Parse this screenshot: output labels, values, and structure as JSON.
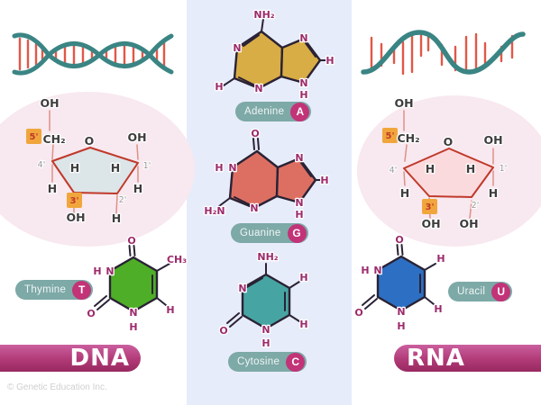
{
  "copyright": "© Genetic Education Inc.",
  "left": {
    "badge": "DNA",
    "pill": {
      "name": "Thymine",
      "letter": "T"
    },
    "sugar": {
      "oh_top": "OH",
      "prime5": "5'",
      "ch2": "CH₂",
      "ring_o": "O",
      "oh_right": "OH",
      "prime4": "4'",
      "prime1": "1'",
      "inner_h_left": "H",
      "inner_h_right": "H",
      "h_below_left": "H",
      "h_below_right": "H",
      "prime3": "3'",
      "prime2": "2'",
      "group3": "OH",
      "group2": "H"
    },
    "thymine": {
      "o_top": "O",
      "ch3": "CH₃",
      "h_left": "H",
      "n_left": "N",
      "o_bottom": "O",
      "n_bottom": "N",
      "h_below": "H",
      "h_right": "H"
    }
  },
  "middle": {
    "adenine": {
      "pill": {
        "name": "Adenine",
        "letter": "A"
      },
      "atoms": {
        "nh2": "NH₂",
        "n_left": "N",
        "h_left": "H",
        "n_bottom": "N",
        "n_top_right": "N",
        "h_right": "H",
        "n_bottom_right": "N",
        "h_below": "H"
      }
    },
    "guanine": {
      "pill": {
        "name": "Guanine",
        "letter": "G"
      },
      "atoms": {
        "o_top": "O",
        "h_left": "H",
        "n_left": "N",
        "h2n": "H₂N",
        "n_bottom": "N",
        "n_top_right": "N",
        "h_right": "H",
        "n_bottom_right": "N",
        "h_below": "H"
      }
    },
    "cytosine": {
      "pill": {
        "name": "Cytosine",
        "letter": "C"
      },
      "atoms": {
        "nh2": "NH₂",
        "n_left": "N",
        "h_top_right": "H",
        "o_bottom": "O",
        "n_bottom": "N",
        "h_below": "H",
        "h_bottom_right": "H"
      }
    }
  },
  "right": {
    "badge": "RNA",
    "pill": {
      "name": "Uracil",
      "letter": "U"
    },
    "sugar": {
      "oh_top": "OH",
      "prime5": "5'",
      "ch2": "CH₂",
      "ring_o": "O",
      "oh_right": "OH",
      "prime4": "4'",
      "prime1": "1'",
      "inner_h_left": "H",
      "inner_h_right": "H",
      "h_below_left": "H",
      "h_below_right": "H",
      "prime3": "3'",
      "prime2": "2'",
      "group3": "OH",
      "group2": "OH"
    },
    "uracil": {
      "o_top": "O",
      "h_top_right": "H",
      "h_left": "H",
      "n_left": "N",
      "o_bottom": "O",
      "n_bottom": "N",
      "h_below": "H",
      "h_right": "H"
    }
  },
  "colors": {
    "helix_teal": "#3a8584",
    "base_red": "#e25747",
    "band_bg": "#e7ecfa",
    "ellipse_bg": "#f8e8ef",
    "pentagon_stroke": "#c0392b",
    "deoxyribose_fill": "#dce5e8",
    "ribose_fill": "#fadadd",
    "prime_badge_bg": "#f0a63c",
    "prime_badge_text": "#c0392b",
    "adenine_fill": "#d9ad45",
    "guanine_fill": "#dd6f62",
    "cytosine_fill": "#46a5a3",
    "thymine_fill": "#4fae27",
    "uracil_fill": "#2d6fc2",
    "ring_stroke": "#2a2235",
    "atom_label": "#9c2a6b",
    "pill_bg": "#7da9a7",
    "pill_letter_bg": "#c23377",
    "badge_top": "#cb5f9e",
    "badge_mid": "#b13a77",
    "badge_bottom": "#982960",
    "sugar_label": "#3d3d3d",
    "prime_label": "#999999",
    "connector": "#dd9188",
    "copyright": "#cfcfcf"
  }
}
